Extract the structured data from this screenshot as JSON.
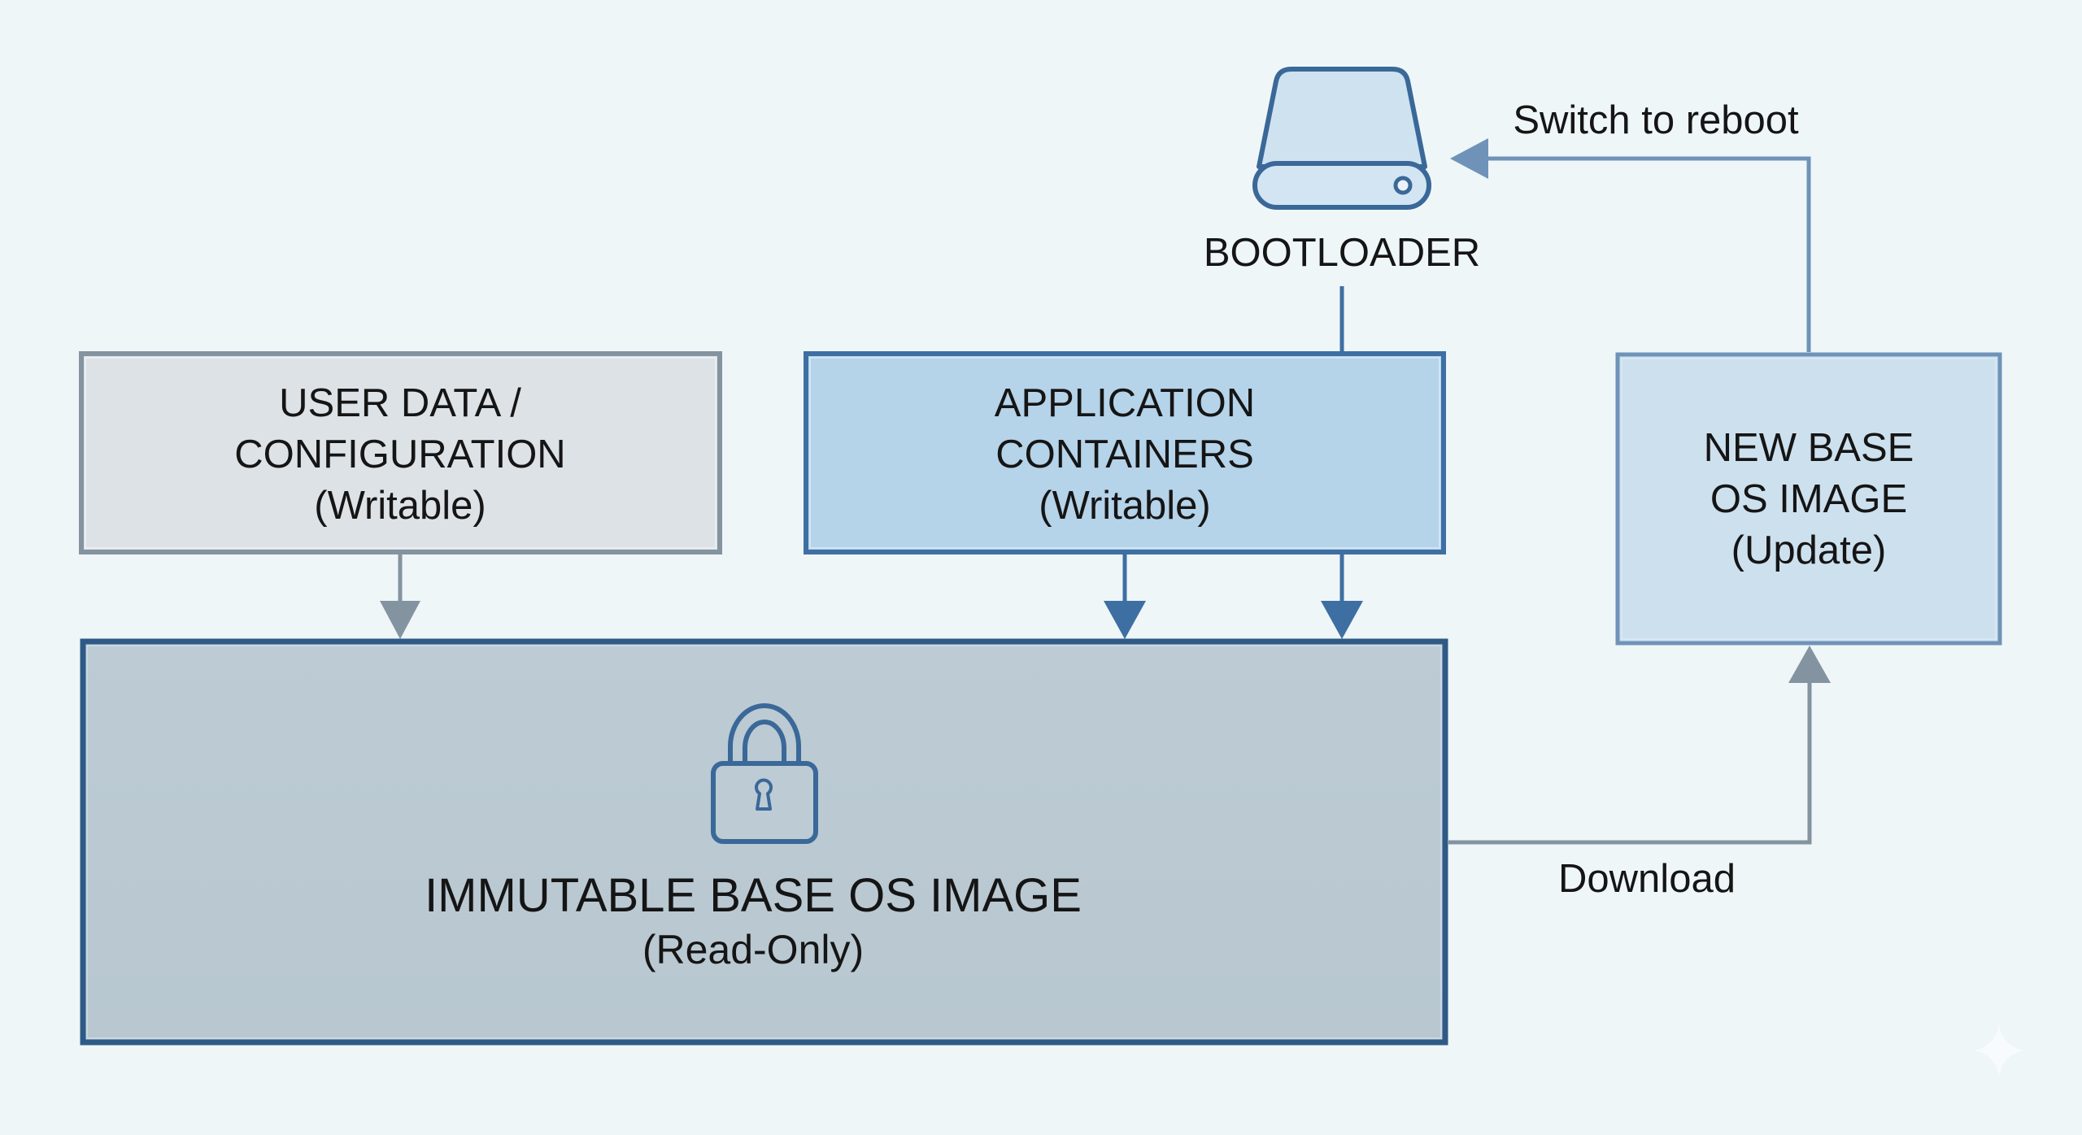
{
  "diagram": {
    "type": "architecture-flow",
    "colors": {
      "background": "#eff6f8",
      "gray_border": "#8493a0",
      "gray_fill": "#dde2e6",
      "blue_border": "#3e6fa3",
      "blue_fill": "#b5d3e9",
      "light_blue_border": "#6f93b8",
      "light_blue_fill": "#cde0ee",
      "main_border": "#2f5a86",
      "main_fill": "#bac9d2",
      "icon_stroke": "#3a6898",
      "icon_fill": "#cfe2f0",
      "text": "#151515"
    },
    "nodes": {
      "user_data": {
        "line1": "USER DATA /",
        "line2": "CONFIGURATION",
        "line3": "(Writable)"
      },
      "app_containers": {
        "line1": "APPLICATION",
        "line2": "CONTAINERS",
        "line3": "(Writable)"
      },
      "new_base": {
        "line1": "NEW BASE",
        "line2": "OS IMAGE",
        "line3": "(Update)"
      },
      "immutable_base": {
        "title": "IMMUTABLE BASE OS IMAGE",
        "subtitle": "(Read-Only)",
        "icon": "lock-icon"
      },
      "bootloader": {
        "label": "BOOTLOADER",
        "icon": "hard-drive-icon"
      }
    },
    "edges": [
      {
        "from": "user_data",
        "to": "immutable_base",
        "label": ""
      },
      {
        "from": "app_containers",
        "to": "immutable_base",
        "label": ""
      },
      {
        "from": "bootloader",
        "to": "immutable_base",
        "label": ""
      },
      {
        "from": "immutable_base",
        "to": "new_base",
        "label": "Download"
      },
      {
        "from": "new_base",
        "to": "bootloader",
        "label": "Switch to reboot"
      }
    ],
    "edge_labels": {
      "download": "Download",
      "switch": "Switch to reboot"
    }
  }
}
